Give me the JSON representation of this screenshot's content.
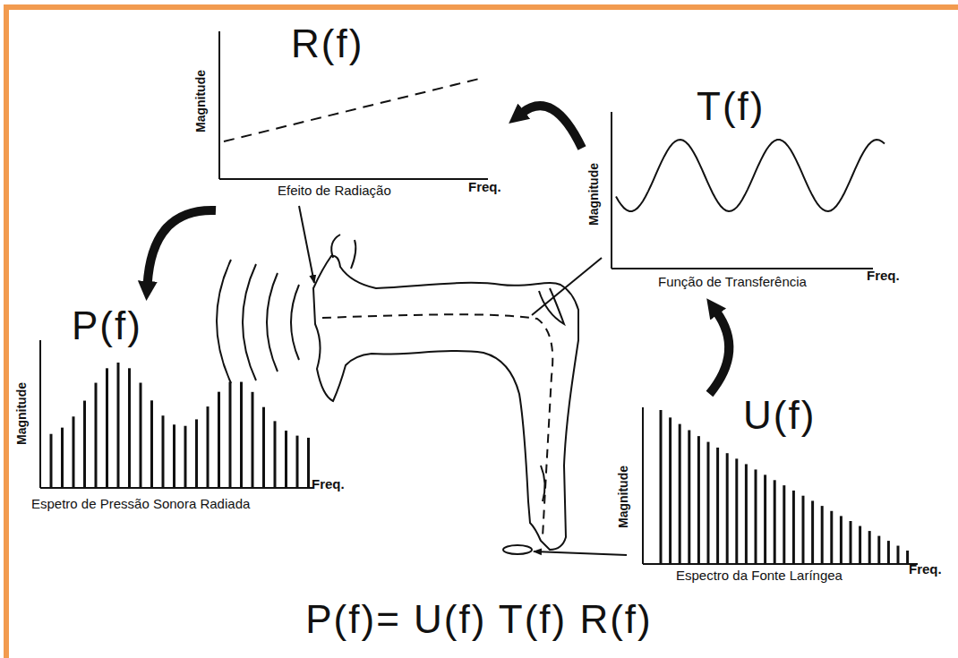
{
  "diagram": {
    "nodes": [
      {
        "text": [
          "R(f)",
          "Magnitude",
          "Efeito de Radiação",
          "Freq."
        ]
      },
      {
        "text": [
          "T(f)",
          "Magnitude",
          "Função de Transferência",
          "Freq."
        ]
      },
      {
        "text": [
          "P(f)",
          "Magnitude",
          "Espetro de Pressão Sonora Radiada",
          "Freq."
        ]
      },
      {
        "text": [
          "U(f)",
          "Magnitude",
          "Espectro da Fonte Laríngea",
          "Freq."
        ]
      }
    ],
    "edges": [
      {
        "from": 3,
        "to": 1,
        "arrow": "to"
      },
      {
        "from": 1,
        "to": 0,
        "arrow": "to"
      },
      {
        "from": 0,
        "to": 2,
        "arrow": "to"
      }
    ],
    "labels": [
      "P(f)= U(f) T(f) R(f)"
    ]
  }
}
